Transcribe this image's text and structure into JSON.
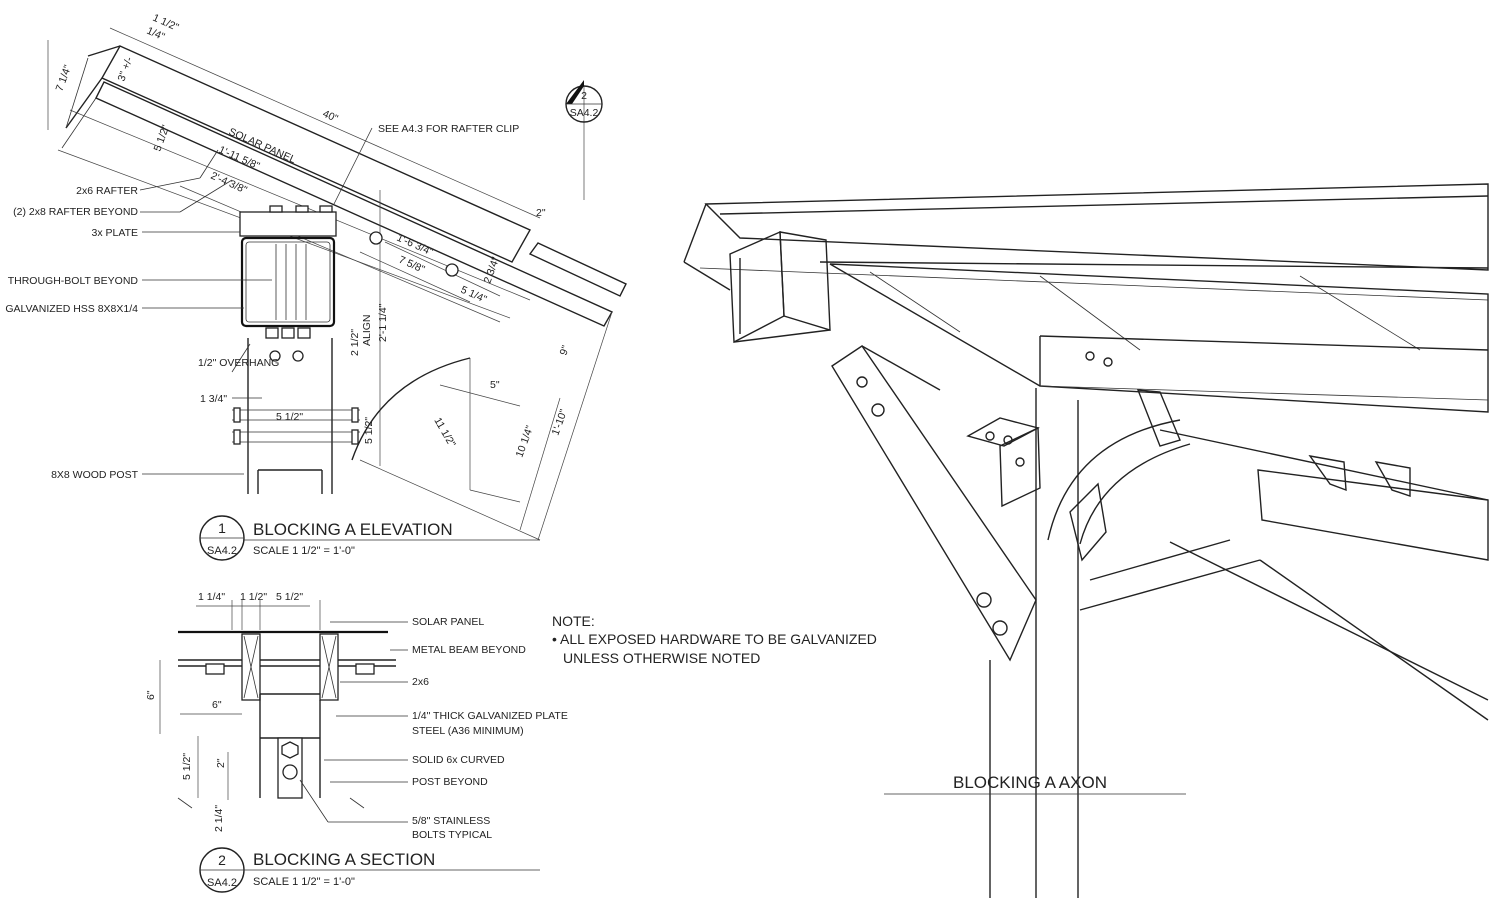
{
  "elevation": {
    "title": "BLOCKING A ELEVATION",
    "scale": "SCALE  1 1/2\" = 1'-0\"",
    "tag_number": "1",
    "tag_sheet": "SA4.2",
    "callouts": [
      "SEE A4.3 FOR RAFTER CLIP",
      "2x6 RAFTER",
      "(2) 2x8 RAFTER BEYOND",
      "3x PLATE",
      "THROUGH-BOLT BEYOND",
      "GALVANIZED HSS 8X8X1/4",
      "1/2\" OVERHANG",
      "8X8 WOOD POST"
    ],
    "solar_panel_label": "SOLAR PANEL",
    "dimensions": [
      "1 1/2\"",
      "1/4\"",
      "7 1/4\"",
      "3\" +/-",
      "40\"",
      "5 1/2\"",
      "1'-11 5/8\"",
      "2'-4 3/8\"",
      "2\"",
      "1'-6 3/4\"",
      "7 5/8\"",
      "2 3/4\"",
      "5 1/4\"",
      "9\"",
      "2 1/2\"",
      "ALIGN",
      "2'-1 1/4\"",
      "1 3/4\"",
      "5 1/2\"",
      "5 1/2\"",
      "5\"",
      "11 1/2\"",
      "10 1/4\"",
      "1'-10\""
    ],
    "section_marker_number": "2",
    "section_marker_sheet": "SA4.2"
  },
  "section": {
    "title": "BLOCKING A SECTION",
    "scale": "SCALE  1 1/2\" = 1'-0\"",
    "tag_number": "2",
    "tag_sheet": "SA4.2",
    "callouts": [
      "SOLAR PANEL",
      "METAL BEAM BEYOND",
      "2x6",
      "1/4\" THICK GALVANIZED PLATE",
      "STEEL (A36 MINIMUM)",
      "SOLID 6x CURVED",
      "POST BEYOND",
      "5/8\" STAINLESS",
      "BOLTS TYPICAL"
    ],
    "dimensions": [
      "1 1/4\"",
      "1 1/2\"",
      "5 1/2\"",
      "6\"",
      "6\"",
      "5 1/2\"",
      "2\"",
      "2 1/4\""
    ]
  },
  "note": {
    "heading": "NOTE:",
    "line1": "• ALL EXPOSED HARDWARE TO BE GALVANIZED",
    "line2": "UNLESS OTHERWISE NOTED"
  },
  "axon": {
    "title": "BLOCKING A AXON"
  }
}
